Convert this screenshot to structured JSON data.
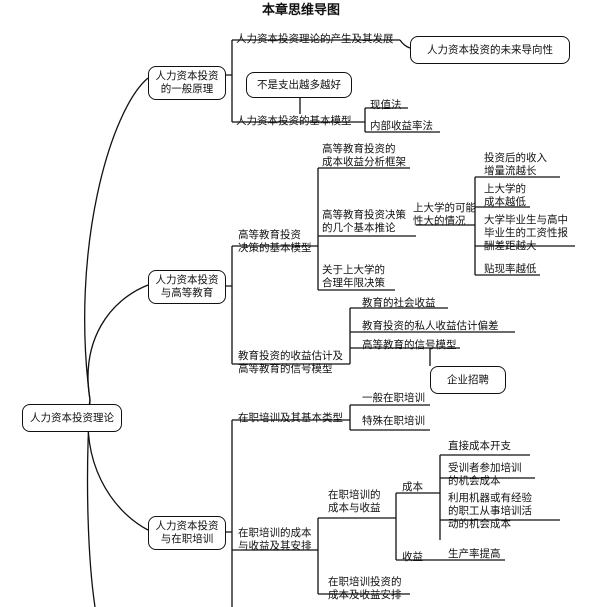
{
  "title": "本章思维导图",
  "root": "人力资本投资理论",
  "nodes": {
    "b1": "人力资本投资\n的一般原理",
    "b1a": "人力资本投资理论的产生及其发展",
    "b1a_note": "人力资本投资的未来导向性",
    "b1b_note": "不是支出越多越好",
    "b1b": "人力资本投资的基本模型",
    "b1b1": "现值法",
    "b1b2": "内部收益率法",
    "b2": "人力资本投资\n与高等教育",
    "b2a": "高等教育投资\n决策的基本模型",
    "b2a1": "高等教育投资的\n成本收益分析框架",
    "b2a2": "高等教育投资决策\n的几个基本推论",
    "b2a2x": "上大学的可能\n性大的情况",
    "b2a2x1": "投资后的收入\n增量流越长",
    "b2a2x2": "上大学的\n成本越低",
    "b2a2x3": "大学毕业生与高中\n毕业生的工资性报\n酬差距越大",
    "b2a2x4": "贴现率越低",
    "b2a3": "关于上大学的\n合理年限决策",
    "b2b": "教育投资的收益估计及\n高等教育的信号模型",
    "b2b1": "教育的社会收益",
    "b2b2": "教育投资的私人收益估计偏差",
    "b2b3": "高等教育的信号模型",
    "b2b3_note": "企业招聘",
    "b3": "人力资本投资\n与在职培训",
    "b3a": "在职培训及其基本类型",
    "b3a1": "一般在职培训",
    "b3a2": "特殊在职培训",
    "b3b": "在职培训的成本\n与收益及其安排",
    "b3b1": "在职培训的\n成本与收益",
    "b3b1a": "成本",
    "b3b1a1": "直接成本开支",
    "b3b1a2": "受训者参加培训\n的机会成本",
    "b3b1a3": "利用机器或有经验\n的职工从事培训活\n动的机会成本",
    "b3b1b": "收益",
    "b3b1b1": "生产率提高",
    "b3b2": "在职培训投资的\n成本及收益安排"
  },
  "colors": {
    "ink": "#111111",
    "background": "#ffffff"
  }
}
